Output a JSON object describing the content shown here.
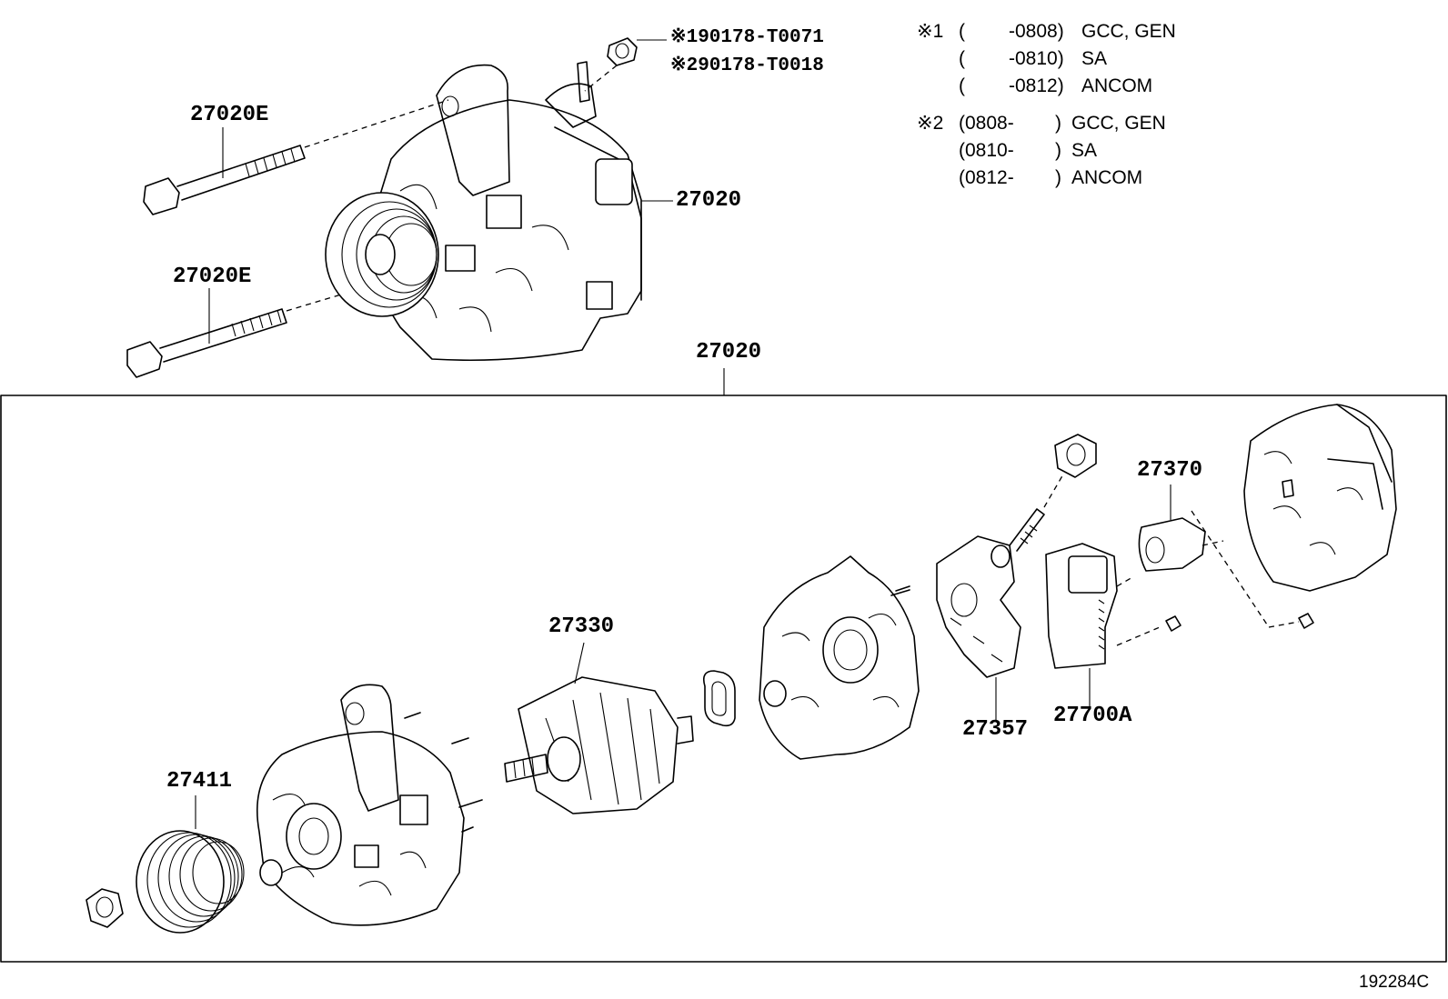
{
  "callouts": {
    "bolt_upper": "27020E",
    "bolt_lower": "27020E",
    "alternator_assy": "27020",
    "frame_assy": "27020",
    "rotor": "27330",
    "pulley": "27411",
    "rectifier": "27357",
    "regulator": "27700A",
    "brush_holder": "27370"
  },
  "references": {
    "ref1_mark": "※1",
    "ref1_part": "90178-T0071",
    "ref2_mark": "※2",
    "ref2_part": "90178-T0018"
  },
  "notes": {
    "note1": [
      {
        "mark": "※1",
        "open": "(",
        "range": "-0808)",
        "region": "GCC, GEN"
      },
      {
        "mark": "",
        "open": "(",
        "range": "-0810)",
        "region": "SA"
      },
      {
        "mark": "",
        "open": "(",
        "range": "-0812)",
        "region": "ANCOM"
      }
    ],
    "note2": [
      {
        "mark": "※2",
        "range": "(0808-",
        "close": ")",
        "region": "GCC, GEN"
      },
      {
        "mark": "",
        "range": "(0810-",
        "close": ")",
        "region": "SA"
      },
      {
        "mark": "",
        "range": "(0812-",
        "close": ")",
        "region": "ANCOM"
      }
    ]
  },
  "drawing_id": "192284C"
}
